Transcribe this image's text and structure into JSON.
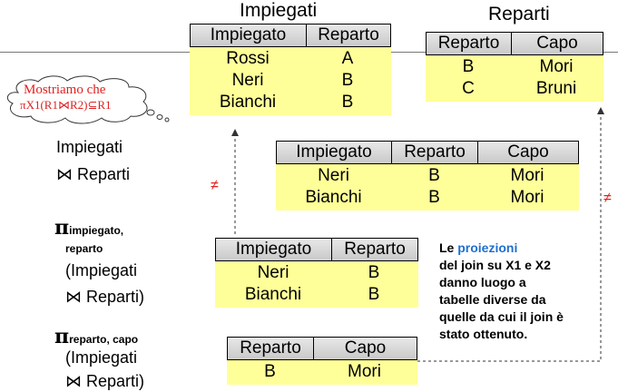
{
  "titles": {
    "impiegati": "Impiegati",
    "reparti": "Reparti"
  },
  "impiegati_table": {
    "headers": [
      "Impiegato",
      "Reparto"
    ],
    "rows": [
      [
        "Rossi",
        "A"
      ],
      [
        "Neri",
        "B"
      ],
      [
        "Bianchi",
        "B"
      ]
    ]
  },
  "reparti_table": {
    "headers": [
      "Reparto",
      "Capo"
    ],
    "rows": [
      [
        "B",
        "Mori"
      ],
      [
        "C",
        "Bruni"
      ]
    ]
  },
  "join_table": {
    "headers": [
      "Impiegato",
      "Reparto",
      "Capo"
    ],
    "rows": [
      [
        "Neri",
        "B",
        "Mori"
      ],
      [
        "Bianchi",
        "B",
        "Mori"
      ]
    ]
  },
  "proj1_table": {
    "headers": [
      "Impiegato",
      "Reparto"
    ],
    "rows": [
      [
        "Neri",
        "B"
      ],
      [
        "Bianchi",
        "B"
      ]
    ]
  },
  "proj2_table": {
    "headers": [
      "Reparto",
      "Capo"
    ],
    "rows": [
      [
        "B",
        "Mori"
      ]
    ]
  },
  "cloud": {
    "line1": "Mostriamo che",
    "formula": "πX1(R1⋈R2)⊆R1"
  },
  "join_expr": {
    "line1": "Impiegati",
    "line2": "⋈ Reparti"
  },
  "proj1_expr": {
    "pi": "π",
    "sub1": "impiegato,",
    "sub2": "reparto",
    "line1": "(Impiegati",
    "line2": "⋈ Reparti)"
  },
  "proj2_expr": {
    "pi": "π",
    "sub": "reparto, capo",
    "line1": "(Impiegati",
    "line2": "⋈ Reparti)"
  },
  "neq_symbol": "≠",
  "note": {
    "prefix": "Le ",
    "highlight": "proiezioni",
    "lines": [
      "del join su X1 e X2",
      "danno luogo a",
      "tabelle diverse da",
      "quelle da cui il join è",
      "stato ottenuto."
    ]
  },
  "colors": {
    "cell": "#ffff99",
    "accent_red": "#e02020",
    "accent_blue": "#1f6fcf"
  }
}
